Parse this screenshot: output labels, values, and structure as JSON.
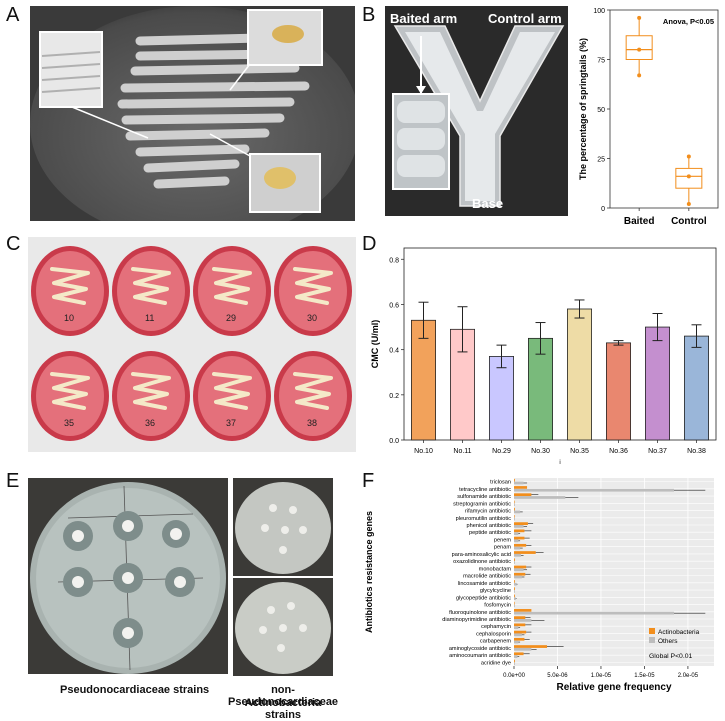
{
  "panels": {
    "a": {
      "letter": "A"
    },
    "b": {
      "letter": "B",
      "photo_labels": {
        "baited_arm": "Baited arm",
        "control_arm": "Control arm",
        "base": "Base"
      }
    },
    "c": {
      "letter": "C",
      "plate_labels": [
        "10",
        "11",
        "29",
        "30",
        "35",
        "36",
        "37",
        "38"
      ]
    },
    "d": {
      "letter": "D",
      "x_axis_tick": "i"
    },
    "e": {
      "letter": "E",
      "caption_left": "Pseudonocardiaceae strains",
      "caption_right_line1": "non-Pseudonocardiaceae",
      "caption_right_line2": "Actinobacteria strains"
    },
    "f": {
      "letter": "F"
    }
  },
  "colors": {
    "orange": "#f28e1c",
    "gray": "#bdbdbd",
    "panel_bg": "#ebebeb",
    "grid": "#ffffff"
  },
  "chart_data": [
    {
      "id": "B-box",
      "type": "box",
      "ylabel": "The percentage of springtails (%)",
      "annotation": "Anova, P<0.05",
      "categories": [
        "Baited",
        "Control"
      ],
      "ylim": [
        0,
        100
      ],
      "yticks": [
        0,
        25,
        50,
        75,
        100
      ],
      "boxes": [
        {
          "name": "Baited",
          "q1": 75,
          "median": 80,
          "q3": 87,
          "min": 67,
          "max": 96,
          "points": [
            96,
            80,
            67
          ]
        },
        {
          "name": "Control",
          "q1": 10,
          "median": 16,
          "q3": 20,
          "min": 2,
          "max": 26,
          "points": [
            26,
            16,
            2
          ]
        }
      ]
    },
    {
      "id": "D-bar",
      "type": "bar",
      "ylabel": "CMC (U/ml)",
      "ylim": [
        0,
        0.85
      ],
      "yticks": [
        0.0,
        0.2,
        0.4,
        0.6,
        0.8
      ],
      "ytick_labels": [
        "0.0",
        "0.2",
        "0.4",
        "0.6",
        "0.8"
      ],
      "categories": [
        "No.10",
        "No.11",
        "No.29",
        "No.30",
        "No.35",
        "No.36",
        "No.37",
        "No.38"
      ],
      "values": [
        0.53,
        0.49,
        0.37,
        0.45,
        0.58,
        0.43,
        0.5,
        0.46
      ],
      "errors": [
        0.08,
        0.1,
        0.05,
        0.07,
        0.04,
        0.01,
        0.06,
        0.05
      ],
      "colors": [
        "#f2a25b",
        "#ffc9c9",
        "#c9c7ff",
        "#79ba7b",
        "#eedca6",
        "#e9876f",
        "#c48fcf",
        "#9ab6d9"
      ]
    },
    {
      "id": "F-hbar",
      "type": "bar",
      "orientation": "horizontal",
      "ylabel": "Antibiotics resistance genes",
      "xlabel": "Relative gene frequency",
      "xlim": [
        0,
        2.3e-05
      ],
      "xticks": [
        0,
        5e-06,
        1e-05,
        1.5e-05,
        2e-05
      ],
      "xtick_labels": [
        "0.0e+00",
        "5.0e-06",
        "1.0e-05",
        "1.5e-05",
        "2.0e-05"
      ],
      "annotation": "Global P<0.01",
      "categories": [
        "triclosan",
        "tetracycline antibiotic",
        "sulfonamide antibiotic",
        "streptogramin antibiotic",
        "rifamycin antibiotic",
        "pleuromutilin antibiotic",
        "phenicol antibiotic",
        "peptide antibiotic",
        "penem",
        "penam",
        "para-aminosalicylic acid",
        "oxazolidinone antibiotic",
        "monobactam",
        "macrolide antibiotic",
        "lincosamide antibiotic",
        "glycylcycline",
        "glycopeptide antibiotic",
        "fosfomycin",
        "fluoroquinolone antibiotic",
        "diaminopyrimidine antibiotic",
        "cephamycin",
        "cephalosporin",
        "carbapenem",
        "aminoglycoside antibiotic",
        "aminocoumarin antibiotic",
        "acridine dye"
      ],
      "series": [
        {
          "name": "Actinobacteria",
          "values": [
            1e-07,
            1.5e-06,
            2e-06,
            5e-08,
            1e-07,
            5e-08,
            1.6e-06,
            1.2e-06,
            1.2e-06,
            1.4e-06,
            2.5e-06,
            1e-07,
            1.4e-06,
            1.3e-06,
            1e-07,
            1e-07,
            1e-07,
            5e-08,
            2e-06,
            1.3e-06,
            1.3e-06,
            1.4e-06,
            1.2e-06,
            3.8e-06,
            1.1e-06,
            1e-07
          ],
          "errors": [
            0,
            0,
            8e-07,
            0,
            0,
            0,
            6e-07,
            8e-07,
            6e-07,
            6e-07,
            9e-07,
            0,
            6e-07,
            6e-07,
            0,
            0,
            0,
            0,
            0,
            6e-07,
            7e-07,
            6e-07,
            6e-07,
            1.9e-06,
            7e-07,
            0
          ]
        },
        {
          "name": "Others",
          "values": [
            1.1e-06,
            1.84e-05,
            5.9e-06,
            1e-07,
            7e-07,
            1e-07,
            1.1e-06,
            5e-07,
            5e-07,
            7e-07,
            8e-07,
            1e-07,
            1.1e-06,
            9e-07,
            3e-07,
            1e-07,
            2e-07,
            1e-07,
            1.84e-05,
            2e-06,
            5e-07,
            9e-07,
            5e-07,
            2e-06,
            4e-07,
            1e-07
          ],
          "errors": [
            4e-07,
            3.6e-06,
            1.5e-06,
            0,
            3e-07,
            0,
            4e-07,
            2e-07,
            2e-07,
            3e-07,
            3e-07,
            0,
            4e-07,
            3e-07,
            1e-07,
            0,
            1e-07,
            0,
            3.6e-06,
            1.5e-06,
            2e-07,
            3e-07,
            2e-07,
            6e-07,
            2e-07,
            0
          ]
        }
      ]
    }
  ]
}
